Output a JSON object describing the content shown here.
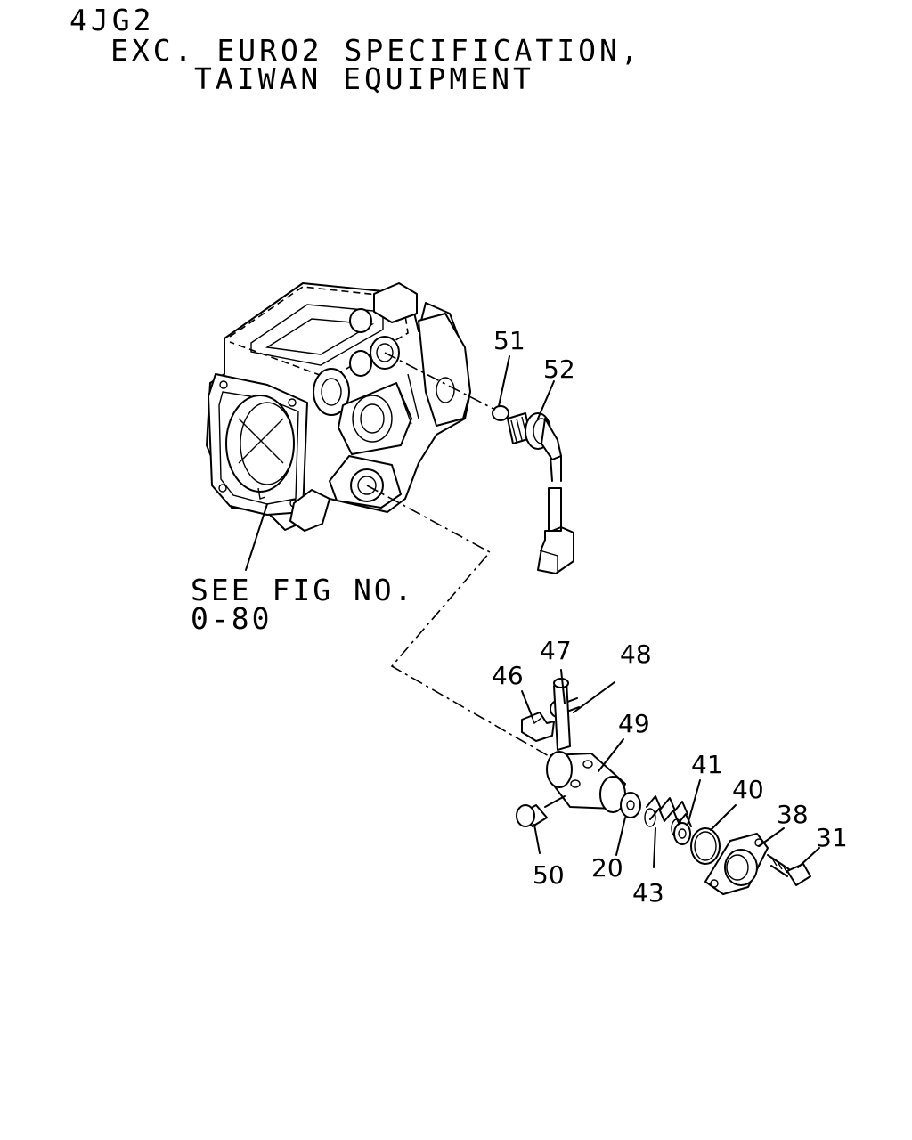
{
  "header": {
    "model": "4JG2",
    "line1": "EXC. EURO2 SPECIFICATION,",
    "line2": "TAIWAN EQUIPMENT"
  },
  "reference_note": {
    "line1": "SEE FIG NO.",
    "line2": "0-80"
  },
  "callouts": {
    "p51": "51",
    "p52": "52",
    "p47": "47",
    "p48": "48",
    "p46": "46",
    "p49": "49",
    "p41": "41",
    "p40": "40",
    "p38": "38",
    "p31": "31",
    "p50": "50",
    "p20": "20",
    "p43": "43"
  },
  "colors": {
    "line": "#000000",
    "background": "#ffffff"
  }
}
